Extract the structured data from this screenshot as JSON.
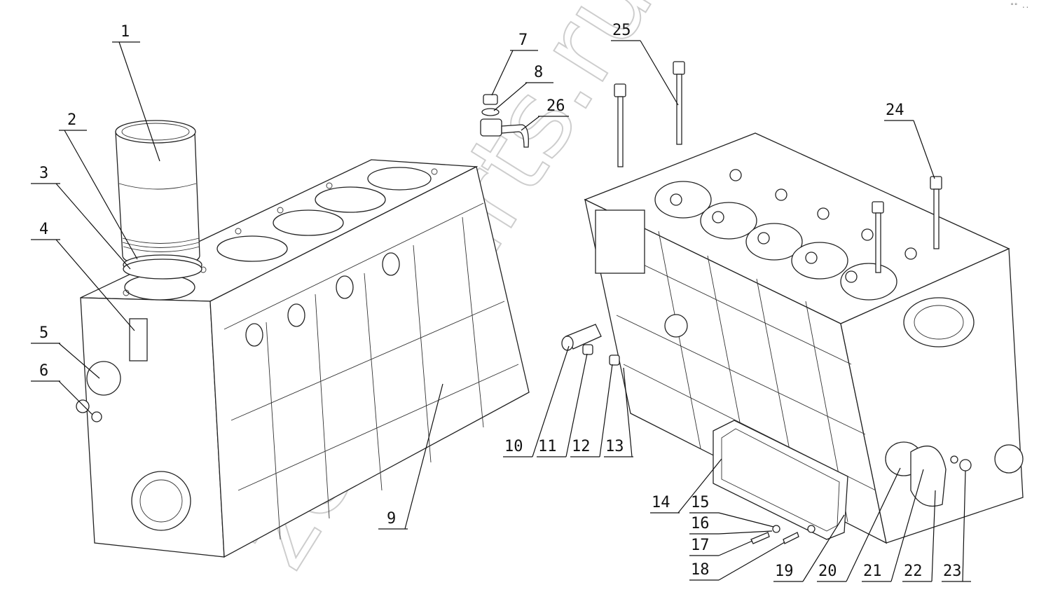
{
  "watermark": "zetorparts.ru",
  "corner_mark": "°° ..",
  "callouts": [
    {
      "id": "1",
      "text": "1"
    },
    {
      "id": "2",
      "text": "2"
    },
    {
      "id": "3",
      "text": "3"
    },
    {
      "id": "4",
      "text": "4"
    },
    {
      "id": "5",
      "text": "5"
    },
    {
      "id": "6",
      "text": "6"
    },
    {
      "id": "7",
      "text": "7"
    },
    {
      "id": "8",
      "text": "8"
    },
    {
      "id": "9",
      "text": "9"
    },
    {
      "id": "10",
      "text": "10"
    },
    {
      "id": "11",
      "text": "11"
    },
    {
      "id": "12",
      "text": "12"
    },
    {
      "id": "13",
      "text": "13"
    },
    {
      "id": "14",
      "text": "14"
    },
    {
      "id": "15",
      "text": "15"
    },
    {
      "id": "16",
      "text": "16"
    },
    {
      "id": "17",
      "text": "17"
    },
    {
      "id": "18",
      "text": "18"
    },
    {
      "id": "19",
      "text": "19"
    },
    {
      "id": "20",
      "text": "20"
    },
    {
      "id": "21",
      "text": "21"
    },
    {
      "id": "22",
      "text": "22"
    },
    {
      "id": "23",
      "text": "23"
    },
    {
      "id": "24",
      "text": "24"
    },
    {
      "id": "25",
      "text": "25"
    },
    {
      "id": "26",
      "text": "26"
    }
  ]
}
